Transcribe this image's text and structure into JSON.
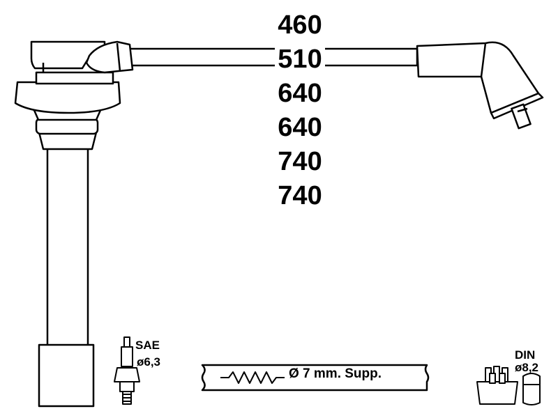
{
  "lengths": [
    "460",
    "510",
    "640",
    "640",
    "740",
    "740"
  ],
  "spark_plug": {
    "standard": "SAE",
    "diameter": "ø6,3"
  },
  "distributor": {
    "standard": "DIN",
    "diameter": "ø8,2"
  },
  "cable": {
    "spec": "Ø 7 mm. Supp."
  },
  "colors": {
    "stroke": "#000000",
    "background": "#ffffff"
  }
}
